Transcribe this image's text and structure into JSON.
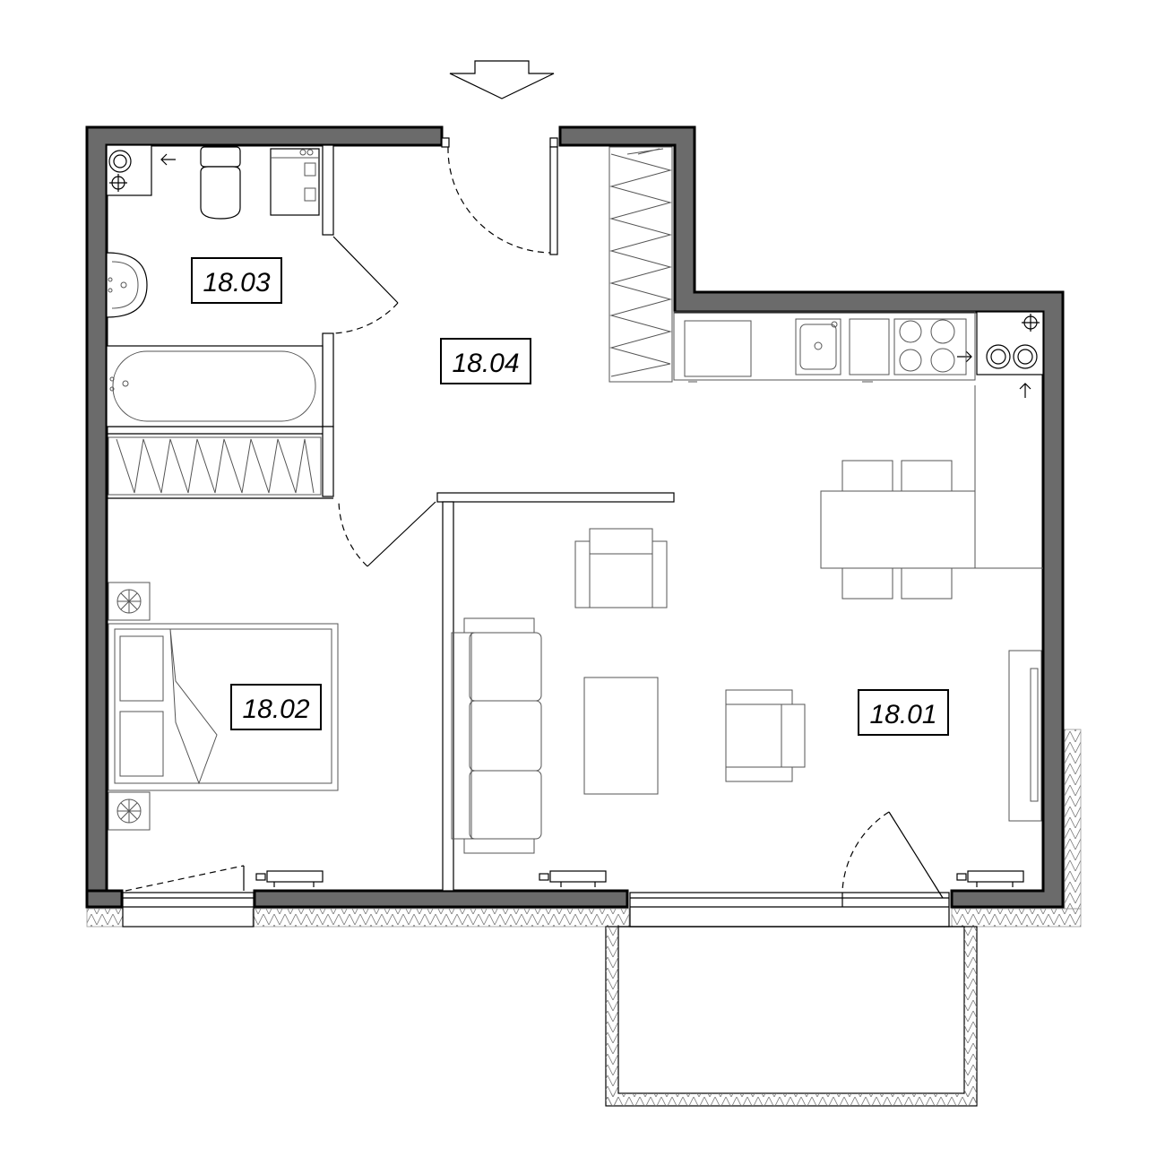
{
  "rooms": [
    {
      "id": "18.01",
      "label": "18.01"
    },
    {
      "id": "18.02",
      "label": "18.02"
    },
    {
      "id": "18.03",
      "label": "18.03"
    },
    {
      "id": "18.04",
      "label": "18.04"
    }
  ],
  "icons": {
    "entrance": "arrow-down-icon",
    "duct": "ventilation-icon",
    "radiator": "radiator-icon",
    "lamp": "bedside-lamp-icon"
  },
  "colors": {
    "wall": "#6b6b6b",
    "line": "#000000",
    "background": "#ffffff"
  }
}
